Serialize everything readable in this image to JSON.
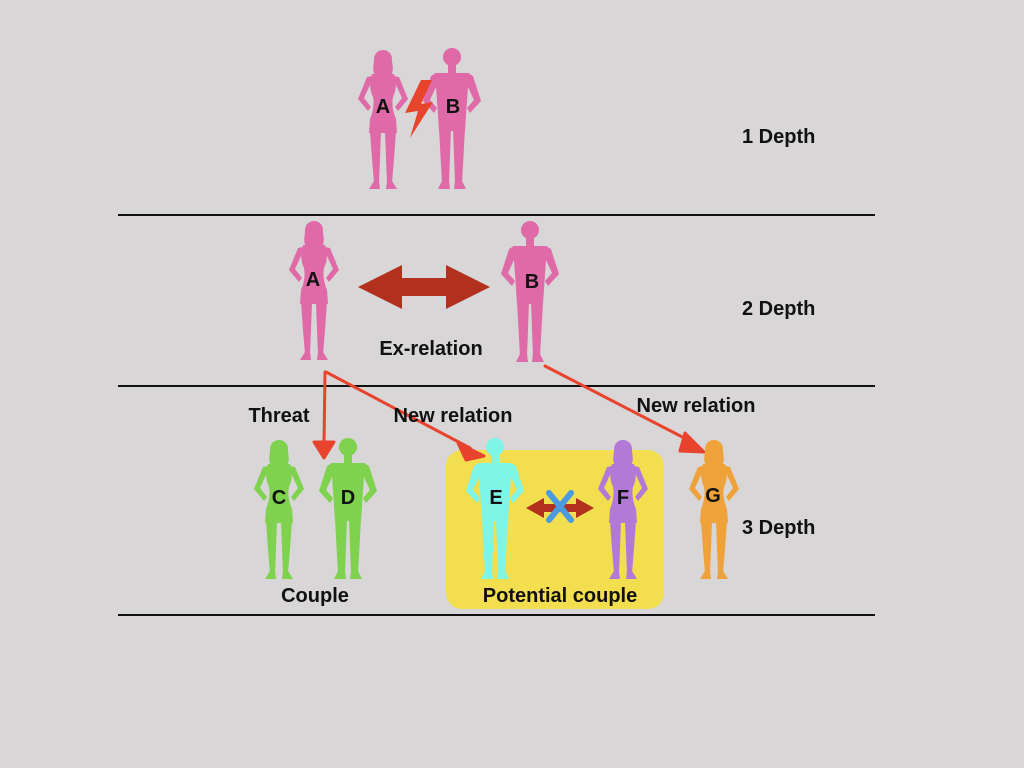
{
  "levels": {
    "depth1": "1 Depth",
    "depth2": "2 Depth",
    "depth3": "3 Depth"
  },
  "people": {
    "a": "A",
    "b": "B",
    "c": "C",
    "d": "D",
    "e": "E",
    "f": "F",
    "g": "G"
  },
  "labels": {
    "ex_relation": "Ex-relation",
    "threat": "Threat",
    "new_relation": "New relation",
    "couple": "Couple",
    "potential_couple": "Potential couple"
  },
  "colors": {
    "background": "#d8d6d7",
    "pink": "#e06aa8",
    "green": "#7ed24d",
    "cyan": "#7ff5e8",
    "purple": "#b27ad6",
    "orange": "#f0a23a",
    "highlight": "#f3de4f",
    "arrow": "#b1301e",
    "sketch_arrow": "#e8432d",
    "cross": "#4a9be0"
  }
}
